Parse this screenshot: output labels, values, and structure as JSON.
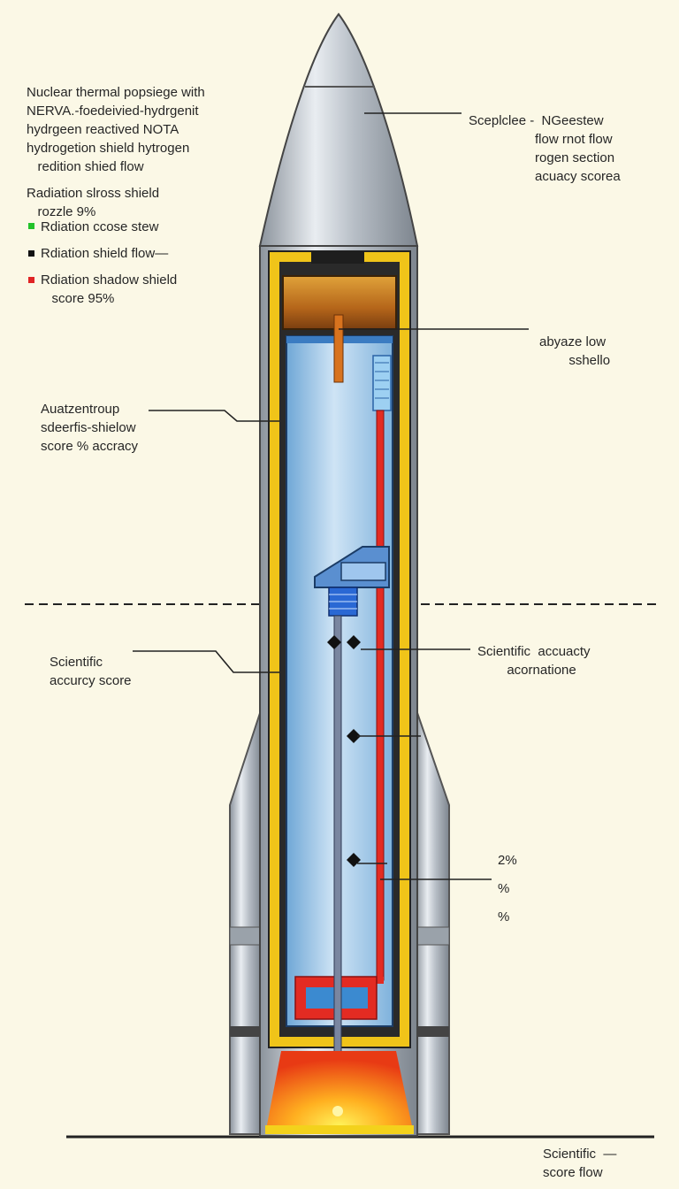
{
  "colors": {
    "background": "#fbf8e6",
    "nose_silver": "#b9bfc6",
    "casing_yellow": "#f0c419",
    "tank_blue": "#8fbfe6",
    "pipe_red": "#e32b22",
    "reactor_orange": "#c8761a",
    "exhaust": "#ff9a1e",
    "legend_green": "#22c22a",
    "legend_black": "#111111",
    "legend_red": "#e02424"
  },
  "labels": {
    "top_left_title": "Nuclear thermal popsiege with\nNERVA.-foedeivied-hydrgenit\nhydrgeen reactived NOTA\nhydrogetion shield hytrogen\n   redition shied flow",
    "radiation_heading": "Radiation slross shield\n   rozzle 9%",
    "legend_green": "Rdiation ccose stew",
    "legend_black": "Rdiation shield flow—",
    "legend_red": "Rdiation shadow shield\n   score 95%",
    "top_right": "Sceplclee -  NGeestew\n                  flow rnot flow\n                  rogen section\n                  acuacy scorea",
    "right_upper": "abyaze low\n        sshello",
    "left_middle": "Auatzentroup\nsdeerfis-shielow\nscore % accracy",
    "left_lower": "Scientific\naccurcy score",
    "right_lower": "Scientific  accuacty\n        acornatione",
    "pct_1": "2%",
    "pct_2": "%",
    "pct_3": "%",
    "bottom_right": "Scientific  —\nscore flow"
  }
}
